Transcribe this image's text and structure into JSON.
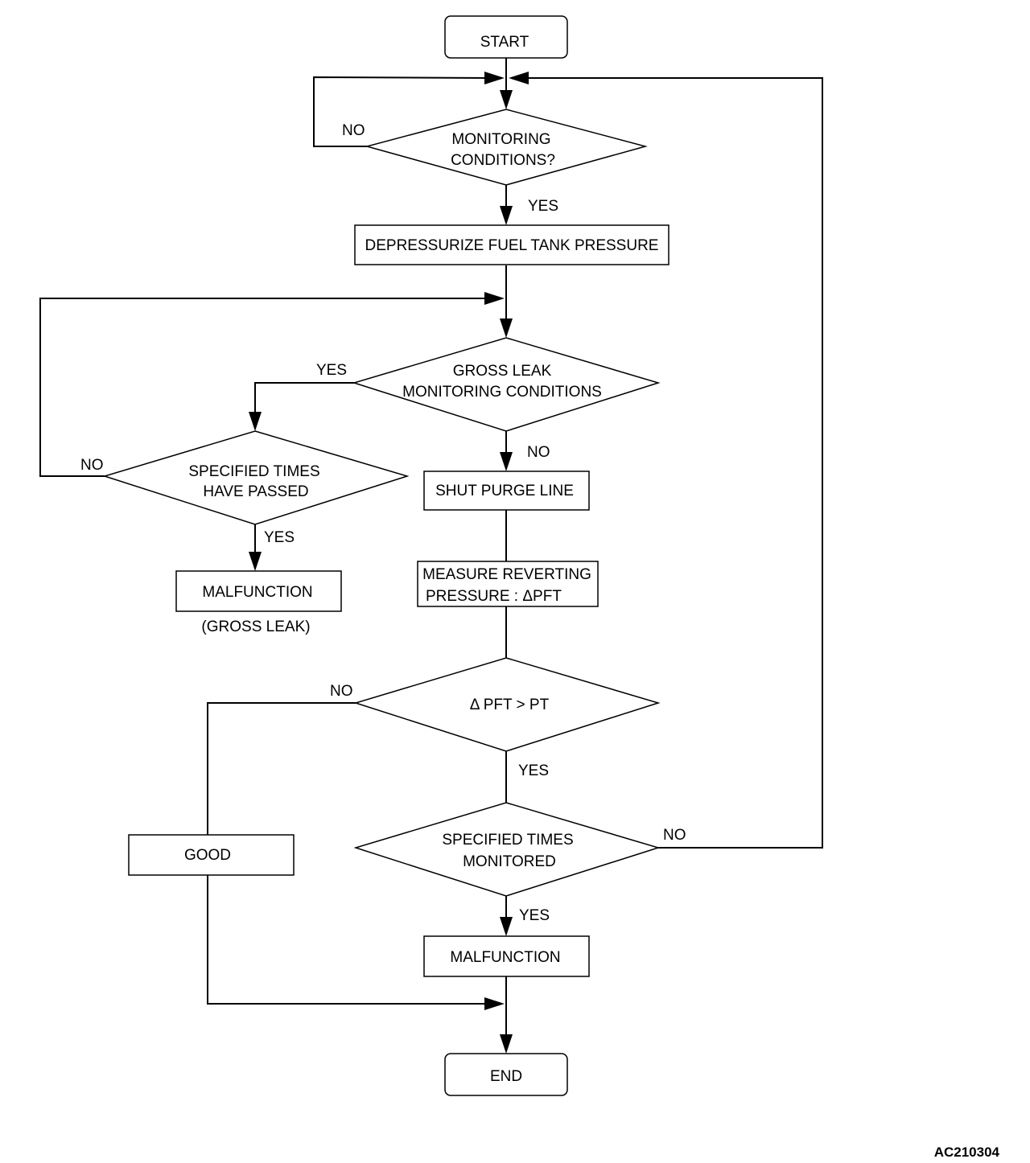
{
  "start": "START",
  "end": "END",
  "monitoring": {
    "line1": "MONITORING",
    "line2": "CONDITIONS?",
    "no": "NO",
    "yes": "YES"
  },
  "depressurize": "DEPRESSURIZE FUEL TANK PRESSURE",
  "gross_leak": {
    "line1": "GROSS LEAK",
    "line2": "MONITORING CONDITIONS",
    "yes": "YES",
    "no": "NO"
  },
  "specified_passed": {
    "line1": "SPECIFIED TIMES",
    "line2": "HAVE PASSED",
    "no": "NO",
    "yes": "YES"
  },
  "malfunction_gross": {
    "label": "MALFUNCTION",
    "note": "(GROSS LEAK)"
  },
  "shut_purge": "SHUT PURGE LINE",
  "measure": {
    "line1": "MEASURE REVERTING",
    "line2": "PRESSURE : ΔPFT"
  },
  "compare": {
    "label": "Δ PFT > PT",
    "no": "NO",
    "yes": "YES"
  },
  "good": "GOOD",
  "specified_monitored": {
    "line1": "SPECIFIED TIMES",
    "line2": "MONITORED",
    "no": "NO",
    "yes": "YES"
  },
  "malfunction": "MALFUNCTION",
  "figure_code": "AC210304"
}
